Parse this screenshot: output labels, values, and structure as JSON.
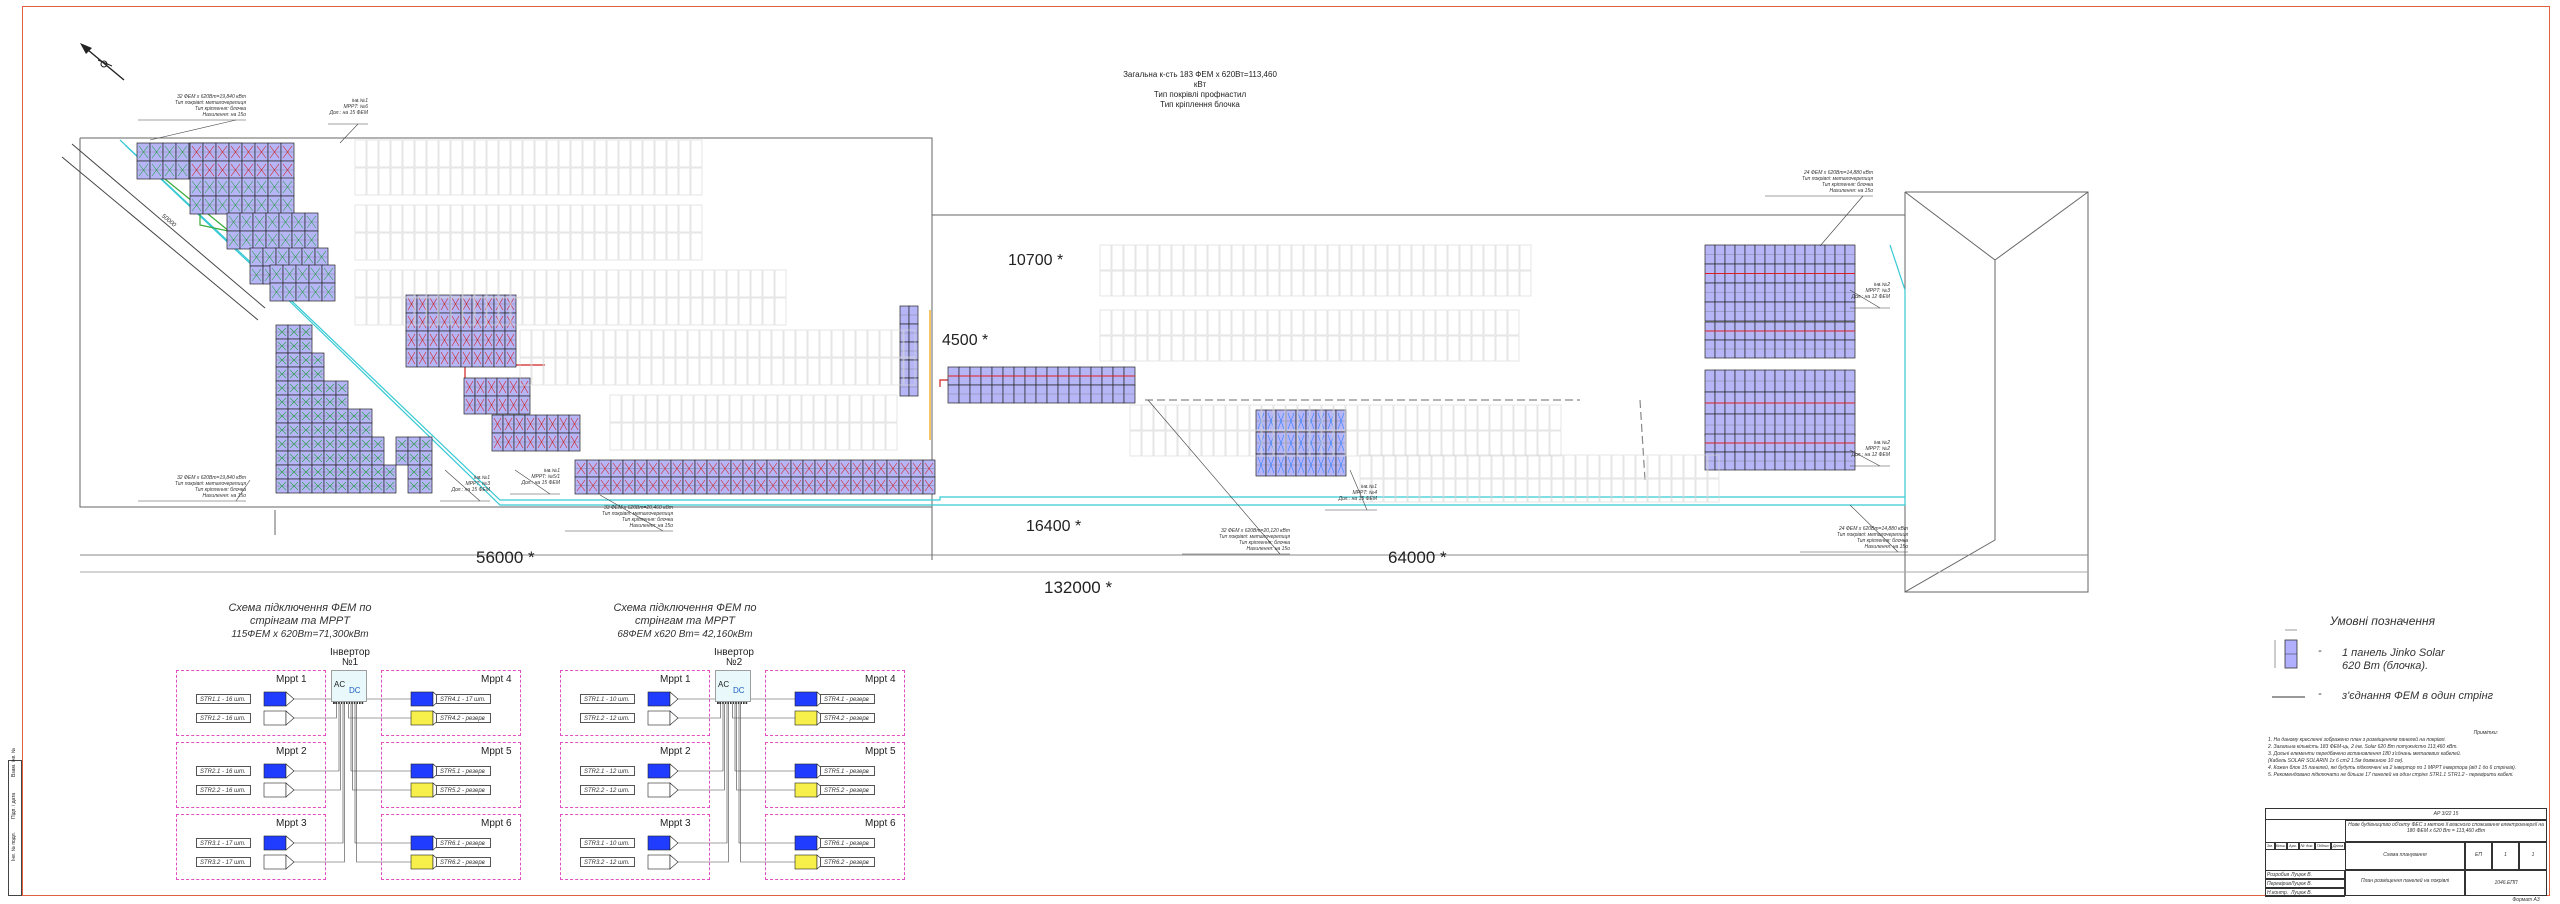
{
  "title": {
    "lines": [
      "Загальна к-сть 183 ФЕМ х 620Вт=113,460 кВт",
      "Тип покрівлі профнастил",
      "Тип кріплення блочка"
    ]
  },
  "dimensions": {
    "d10700": "10700 *",
    "d4500": "4500 *",
    "d16400": "16400 *",
    "d56000": "56000 *",
    "d64000": "64000 *",
    "d132000": "132000 *",
    "d50000": "50000"
  },
  "callouts": [
    {
      "lines": [
        "32 ФЕМ х 620Вт=19,840 кВт",
        "Тип покрівлі: металочерепиця",
        "Тип кріплення: блочка",
        "Нахилення: на 15о"
      ]
    },
    {
      "lines": [
        "інв.№1",
        "MPPT: №6",
        "Дол.: на 15 ФЕМ"
      ]
    },
    {
      "lines": [
        "32 ФЕМ х 620Вт=19,840 кВт",
        "Тип покрівлі: металочерепиця",
        "Тип кріплення: блочка",
        "Нахилення: на 15о"
      ]
    },
    {
      "lines": [
        "інв.№1",
        "MPPT: №3",
        "Дол.: на 15 ФЕМ"
      ]
    },
    {
      "lines": [
        "інв.№1",
        "MPPT: №5/1",
        "Дол.: на 15 ФЕМ"
      ]
    },
    {
      "lines": [
        "33 ФЕМ х 620Вт=20,460 кВт",
        "Тип покрівлі: металочерепиця",
        "Тип кріплення: блочка",
        "Нахилення: на 15о"
      ]
    },
    {
      "lines": [
        "32 ФЕМ х 620Вт=20,120 кВт",
        "Тип покрівлі: металочерепиця",
        "Тип кріплення: блочка",
        "Нахилення: на 15о"
      ]
    },
    {
      "lines": [
        "інв.№1",
        "MPPT: №4",
        "Дол.: на 15 ФЕМ"
      ]
    },
    {
      "lines": [
        "24 ФЕМ х 620Вт=14,880 кВт",
        "Тип покрівлі: металочерепиця",
        "Тип кріплення: блочка",
        "Нахилення: на 15о"
      ]
    },
    {
      "lines": [
        "інв.№2",
        "MPPT: №3",
        "Дол.: на 12 ФЕМ"
      ]
    },
    {
      "lines": [
        "інв.№2",
        "MPPT: №2",
        "Дол.: на 12 ФЕМ"
      ]
    },
    {
      "lines": [
        "24 ФЕМ х 620Вт=14,880 кВт",
        "Тип покрівлі: металочерепиця",
        "Тип кріплення: блочка",
        "Нахилення: на 15о"
      ]
    }
  ],
  "schemes": [
    {
      "title": [
        "Схема підключення ФЕМ по",
        "стрінгам та MPPT",
        "115ФЕМ х 620Вт=71,300кВт"
      ],
      "inverter": "Інвертор №1",
      "mppts": [
        {
          "name": "Mppt 1",
          "s1": "STR1.1 - 16 шт.",
          "s2": "STR1.2 - 16 шт."
        },
        {
          "name": "Mppt 2",
          "s1": "STR2.1 - 16 шт.",
          "s2": "STR2.2 - 16 шт."
        },
        {
          "name": "Mppt 3",
          "s1": "STR3.1 - 17 шт.",
          "s2": "STR3.2 - 17 шт."
        },
        {
          "name": "Mppt 4",
          "s1": "STR4.1 - 17 шт.",
          "s2": "STR4.2 - резерв"
        },
        {
          "name": "Mppt 5",
          "s1": "STR5.1 - резерв",
          "s2": "STR5.2 - резерв"
        },
        {
          "name": "Mppt 6",
          "s1": "STR6.1 - резерв",
          "s2": "STR6.2 - резерв"
        }
      ]
    },
    {
      "title": [
        "Схема підключення ФЕМ по",
        "стрінгам та MPPT",
        "68ФЕМ х620 Вт= 42,160кВт"
      ],
      "inverter": "Інвертор №2",
      "mppts": [
        {
          "name": "Mppt 1",
          "s1": "STR1.1 - 10 шт.",
          "s2": "STR1.2 - 12 шт."
        },
        {
          "name": "Mppt 2",
          "s1": "STR2.1 - 12 шт.",
          "s2": "STR2.2 - 12 шт."
        },
        {
          "name": "Mppt 3",
          "s1": "STR3.1 - 10 шт.",
          "s2": "STR3.2 - 12 шт."
        },
        {
          "name": "Mppt 4",
          "s1": "STR4.1 - резерв",
          "s2": "STR4.2 - резерв"
        },
        {
          "name": "Mppt 5",
          "s1": "STR5.1 - резерв",
          "s2": "STR5.2 - резерв"
        },
        {
          "name": "Mppt 6",
          "s1": "STR6.1 - резерв",
          "s2": "STR6.2 - резерв"
        }
      ]
    }
  ],
  "inverter_ports": {
    "ac": "AC",
    "dc": "DC"
  },
  "legend": {
    "title": "Умовні позначення",
    "panel": "1 панель Jinko Solar 620 Вт (блочка).",
    "line": "з'єднання ФЕМ в один стрінг",
    "dash": "-"
  },
  "notes": {
    "header": "Примітки:",
    "items": [
      "1. На даному кресленні зображено план з розміщенням панелей на покрівлі.",
      "2. Загальна кількість 183 ФЕМ-ць, 2 інв. Solar 620 Вт потужністю 113,460 кВт.",
      "3. Дольні елементи передбачено встановлення 180 з'єднань металевих кабелей.",
      "   (Кабель SOLAR SOLARIN 1х 6 cm2 1.5м довжиною 10 см).",
      "4. Кожен блок 15 панелей, які будуть підключені на 2 інвертор по 1 MPPT інвертора (від 1 до 6 стрінгів).",
      "5. Рекомендовано підключати не більше 17 панелей на один стрінг STR1.1 STR1.2 - перевірити кабелі."
    ]
  },
  "stamp": {
    "project": "АР 3/22 15",
    "desc": "Нове будівництво об'єкту ФЕС з метою її власного споживання електроенергії на 180 ФЕМ х 620 Вт = 113,460 кВт",
    "row1": "Схема планування",
    "row2": "План розміщення панелей на покрівлі",
    "format": "Формат А3",
    "stage": "ЕП",
    "sheet": "1",
    "sheets": "1",
    "roles": [
      "Розробив",
      "Перевірив",
      "Н.контр."
    ],
    "names": [
      "Луцюк В.",
      "Луцюк В.",
      "Луцюк В."
    ],
    "cols": [
      "Зм.",
      "Кільк.",
      "Арк.",
      "№ док.",
      "Підпис",
      "Дата"
    ],
    "code": "1046.ЕПП"
  },
  "left_strip": [
    "Інв. № подл.",
    "Підп. і дата",
    "Взам. інв. №"
  ]
}
